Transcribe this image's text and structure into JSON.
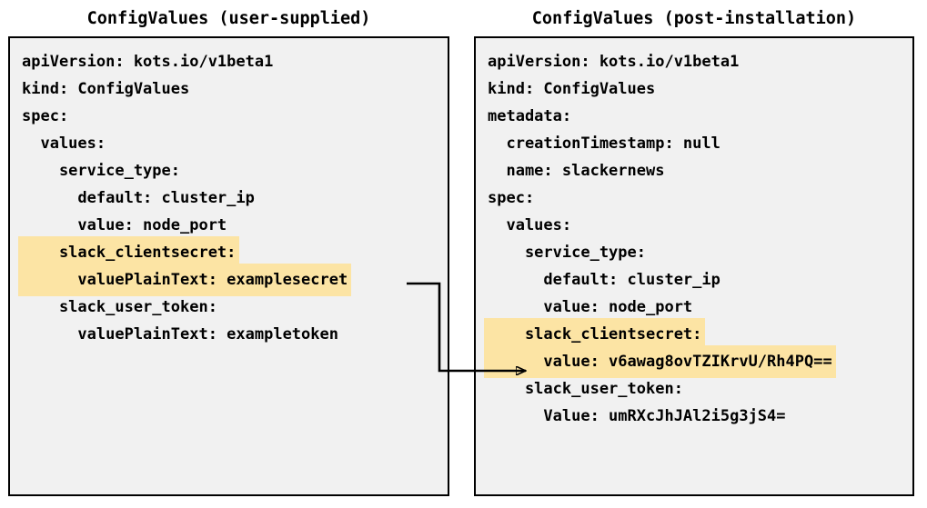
{
  "diagram": {
    "type": "two-panel-yaml-comparison",
    "background_color": "#ffffff",
    "panel_background_color": "#f1f1f1",
    "panel_border_color": "#000000",
    "highlight_color": "#fce4a4",
    "connector_color": "#000000"
  },
  "left_panel": {
    "title": "ConfigValues (user-supplied)",
    "lines": [
      {
        "text": "apiVersion: kots.io/v1beta1",
        "highlight": false
      },
      {
        "text": "kind: ConfigValues",
        "highlight": false
      },
      {
        "text": "spec:",
        "highlight": false
      },
      {
        "text": "  values:",
        "highlight": false
      },
      {
        "text": "    service_type:",
        "highlight": false
      },
      {
        "text": "      default: cluster_ip",
        "highlight": false
      },
      {
        "text": "      value: node_port",
        "highlight": false
      },
      {
        "text": "    slack_clientsecret:",
        "highlight": true
      },
      {
        "text": "      valuePlainText: examplesecret",
        "highlight": true
      },
      {
        "text": "    slack_user_token:",
        "highlight": false
      },
      {
        "text": "      valuePlainText: exampletoken",
        "highlight": false
      }
    ]
  },
  "right_panel": {
    "title": "ConfigValues (post-installation)",
    "lines": [
      {
        "text": "apiVersion: kots.io/v1beta1",
        "highlight": false
      },
      {
        "text": "kind: ConfigValues",
        "highlight": false
      },
      {
        "text": "metadata:",
        "highlight": false
      },
      {
        "text": "  creationTimestamp: null",
        "highlight": false
      },
      {
        "text": "  name: slackernews",
        "highlight": false
      },
      {
        "text": "spec:",
        "highlight": false
      },
      {
        "text": "  values:",
        "highlight": false
      },
      {
        "text": "    service_type:",
        "highlight": false
      },
      {
        "text": "      default: cluster_ip",
        "highlight": false
      },
      {
        "text": "      value: node_port",
        "highlight": false
      },
      {
        "text": "    slack_clientsecret:",
        "highlight": true
      },
      {
        "text": "      value: v6awag8ovTZIKrvU/Rh4PQ==",
        "highlight": true
      },
      {
        "text": "    slack_user_token:",
        "highlight": false
      },
      {
        "text": "      Value: umRXcJhJAl2i5g3jS4=",
        "highlight": false
      }
    ]
  },
  "connector": {
    "name": "plaintext-to-encrypted-arrow",
    "from_label": "valuePlainText: examplesecret",
    "to_label": "value: v6awag8ovTZIKrvU/Rh4PQ==",
    "arrowhead": "open-triangle"
  }
}
